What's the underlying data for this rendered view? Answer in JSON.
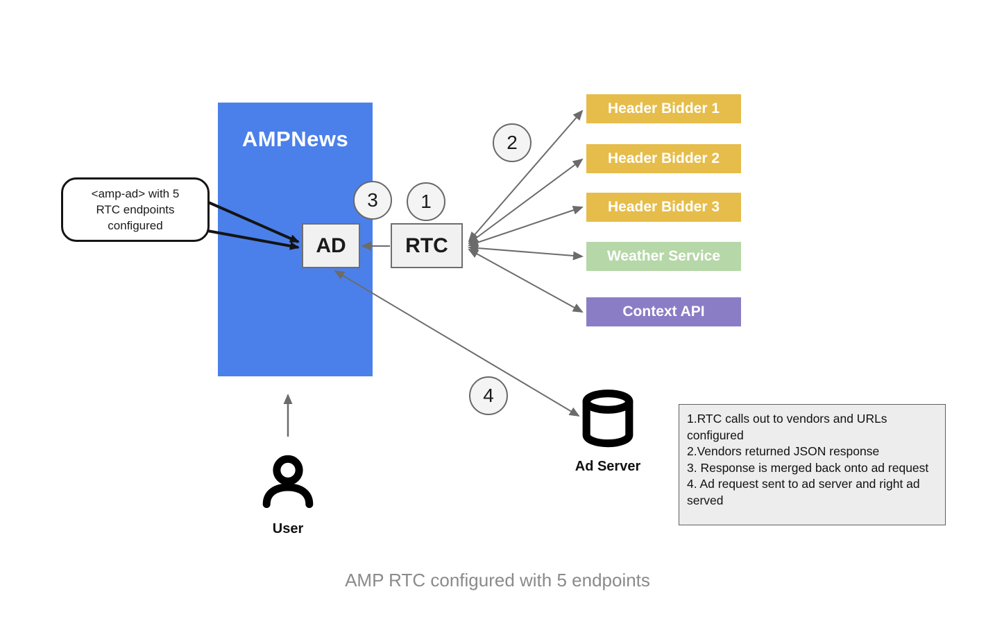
{
  "page_box": {
    "label": "AMPNews",
    "bg": "#4b80ea"
  },
  "ad_box": {
    "label": "AD"
  },
  "rtc_box": {
    "label": "RTC"
  },
  "callout": {
    "lines": [
      "<amp-ad> with 5",
      "RTC endpoints",
      "configured"
    ]
  },
  "endpoints": [
    {
      "label": "Header Bidder 1",
      "color": "#e6bd4a"
    },
    {
      "label": "Header Bidder 2",
      "color": "#e6bd4a"
    },
    {
      "label": "Header Bidder 3",
      "color": "#e6bd4a"
    },
    {
      "label": "Weather Service",
      "color": "#b6d7a8"
    },
    {
      "label": "Context API",
      "color": "#8a7dc6"
    }
  ],
  "steps": [
    {
      "n": "1"
    },
    {
      "n": "2"
    },
    {
      "n": "3"
    },
    {
      "n": "4"
    }
  ],
  "ad_server": {
    "label": "Ad Server",
    "icon": "database-cylinder-icon"
  },
  "user": {
    "label": "User",
    "icon": "person-icon"
  },
  "notes": {
    "lines": [
      "1.RTC calls out to vendors and URLs configured",
      "2.Vendors returned JSON response",
      "3. Response is merged back onto ad request",
      "4. Ad request sent to ad server and right ad served"
    ]
  },
  "caption": "AMP RTC configured with 5 endpoints",
  "colors": {
    "arrow": "#6b6b6b",
    "callout_line": "#141414",
    "gray_box_fill": "#f1f1f1",
    "gray_box_border": "#6e6e6e",
    "notes_fill": "#ededed",
    "caption_text": "#8a8a8a",
    "icon_black": "#000000"
  }
}
